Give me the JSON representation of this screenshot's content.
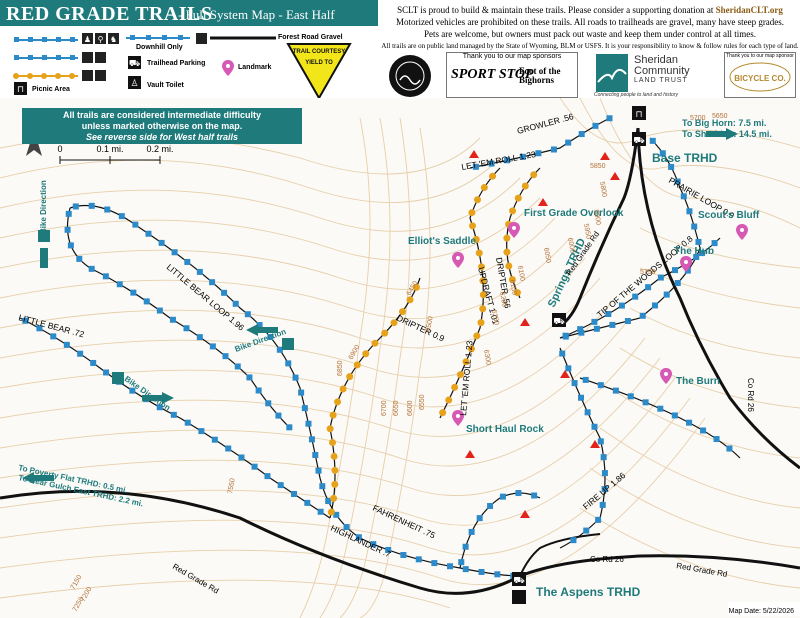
{
  "header": {
    "title": "RED GRADE TRAILS",
    "subtitle": "- Full System Map - East Half"
  },
  "notice": {
    "line1": "SCLT is proud to build & maintain these trails. Please consider a supporting donation at",
    "link": "SheridanCLT.org",
    "line2": "Motorized vehicles are prohibited on these trails. All roads to trailheads are gravel, many have steep grades.",
    "line3": "Pets are welcome, but owners must pack out waste and keep them under control at all times.",
    "line4": "All trails are on public land managed by the State of Wyoming, BLM or USFS. It is your responsibility to know & follow rules for each type of land."
  },
  "legend": {
    "downhill_only": "Downhill Only",
    "forest_road": "Forest Road Gravel",
    "trailhead_parking": "Trailhead Parking",
    "picnic_area": "Picnic Area",
    "vault_toilet": "Vault Toilet",
    "landmark": "Landmark",
    "yield_text": "TRAIL COURTESY",
    "yield_sign": "YIELD TO"
  },
  "sponsors": {
    "thanks": "Thank you to our map sponsors",
    "sport": "SPORT STOP",
    "foot": "Foot of the Bighorns",
    "sclt_name_1": "Sheridan",
    "sclt_name_2": "Community",
    "sclt_name_3": "LAND TRUST",
    "sclt_tag": "Connecting people to land and history",
    "bike_thanks": "Thank you to our map sponsor",
    "bike_co": "BICYCLE CO."
  },
  "info": {
    "line1": "All trails are considered intermediate difficulty",
    "line2": "unless marked otherwise on the map.",
    "line3": "See reverse side for West half trails"
  },
  "compass": {
    "north": "N"
  },
  "scale": {
    "zero": "0",
    "mid": "0.1 mi.",
    "end": "0.2 mi."
  },
  "trails": {
    "growler": "GROWLER .56",
    "let_em_roll_top": "LET 'EM ROLL 1.23",
    "let_em_roll": "LET 'EM ROLL 1.23",
    "prairie_loop": "PRAIRIE LOOP 0.9",
    "tip_of_woods": "TIP OF THE WOODS LOOP 0.8",
    "dripter_56": "DRIPTER .56",
    "updraft": "UPDRAFT 1.01",
    "dripter_09": "DRIPTER 0.9",
    "little_bear_loop": "LITTLE BEAR LOOP 1.96",
    "little_bear": "LITTLE BEAR .72",
    "fahrenheit": "FAHRENHEIT .75",
    "highlander": "HIGHLANDER .7",
    "fire_up": "FIRE UP 1.86"
  },
  "places": {
    "base_trhd": "Base TRHD",
    "springs_trhd": "Springs TRHD",
    "aspens_trhd": "The Aspens TRHD",
    "first_grade": "First Grade Overlook",
    "elliots_saddle": "Elliot's Saddle",
    "scouts_bluff": "Scout's Bluff",
    "the_hub": "The Hub",
    "the_burn": "The Burn",
    "short_haul": "Short Haul Rock"
  },
  "directions": {
    "bighorn": "To Big Horn: 7.5 mi.",
    "sheridan": "To Sheridan: 14.5 mi.",
    "poverty_flat": "To Poverty Flat TRHD: 0.5 mi.",
    "bear_gulch": "To Bear Gulch East TRHD: 2.2 mi.",
    "bike_direction": "Bike Direction"
  },
  "roads": {
    "red_grade_rd": "Red Grade Rd",
    "co_rd_26": "Co Rd 26"
  },
  "contours": [
    "5650",
    "5700",
    "5750",
    "5800",
    "5850",
    "5900",
    "5950",
    "6000",
    "6050",
    "6100",
    "6150",
    "6200",
    "6250",
    "6300",
    "6450",
    "6500",
    "6550",
    "6600",
    "6650",
    "6700",
    "6850",
    "6900",
    "7150",
    "7200",
    "7250",
    "7550"
  ],
  "footer": {
    "map_date": "Map Date: 5/22/2026"
  },
  "colors": {
    "teal": "#1f7a7c",
    "trail_blue": "#2d8ac9",
    "trail_orange": "#e7a21c",
    "contour": "#e3c9a7",
    "landmark": "#d659b4",
    "arrow_red": "#e2231a"
  }
}
